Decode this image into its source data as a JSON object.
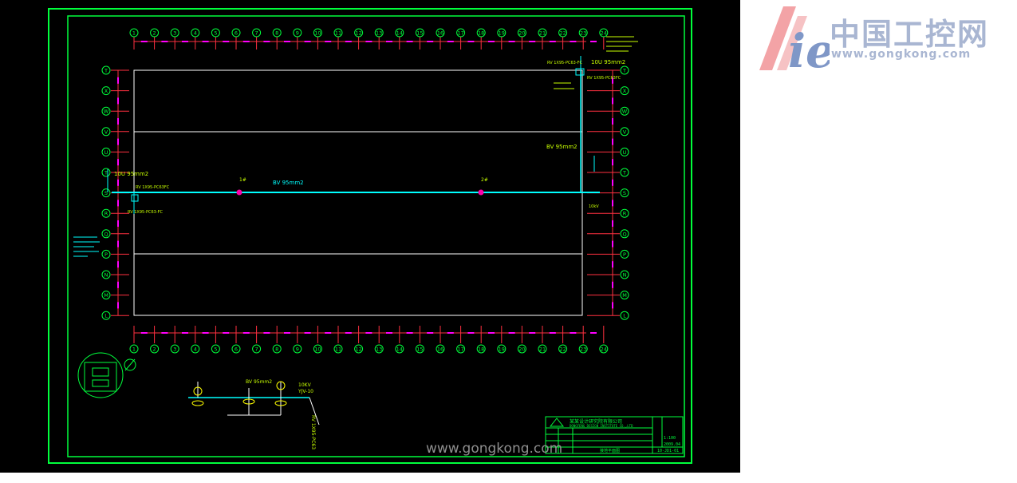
{
  "drawing": {
    "colors": {
      "frame": "#00ff3c",
      "grid_label": "#00ff3c",
      "grid_tick": "#ff00ff",
      "dim_line": "#ff3040",
      "building": "#ffffff",
      "conductor": "#00ffff",
      "annotation": "#c8ff00",
      "node": "#ff00aa"
    },
    "column_axis_labels": [
      "1",
      "2",
      "3",
      "4",
      "5",
      "6",
      "7",
      "8",
      "9",
      "10",
      "11",
      "12",
      "13",
      "14",
      "15",
      "16",
      "17",
      "18",
      "19",
      "20",
      "21",
      "22",
      "23",
      "24"
    ],
    "row_axis_labels": [
      "T",
      "X",
      "W",
      "V",
      "U",
      "T",
      "S",
      "R",
      "Q",
      "P",
      "N",
      "M",
      "L"
    ],
    "annotations": {
      "left_conductor_size": "10U 95mm2",
      "left_cable_1": "RV 1X95-PC63FC",
      "left_cable_2": "RV 1X95-PC63-FC",
      "main_conductor": "BV 95mm2",
      "node_1": "1#",
      "node_2": "2#",
      "right_top_conductor": "10U 95mm2",
      "right_cable": "RV 1X95-PC63FC",
      "right_top_cable": "RV 1X95-PC63-FC",
      "right_mid_conductor": "BV 95mm2",
      "right_lower_note": "10kV"
    },
    "detail": {
      "label_left": "BV 95mm2",
      "label_right_1": "10KV",
      "label_right_2": "YJV-10",
      "cable_vertical": "RV 1X95-PC63"
    },
    "title_block": {
      "company_cn": "某某设计研究院有限公司",
      "company_en": "DONGFENG DESIGN INSTITUTE CO.,LTD",
      "rev_date": "2009.04",
      "scale": "1:100",
      "drawing_no": "10-JD1-01",
      "drawing_name": "接地平面图"
    }
  },
  "branding": {
    "title": "中国工控网",
    "url": "www.gongkong.com",
    "logo_letters": "ie"
  },
  "watermark": "www.gongkong.com"
}
